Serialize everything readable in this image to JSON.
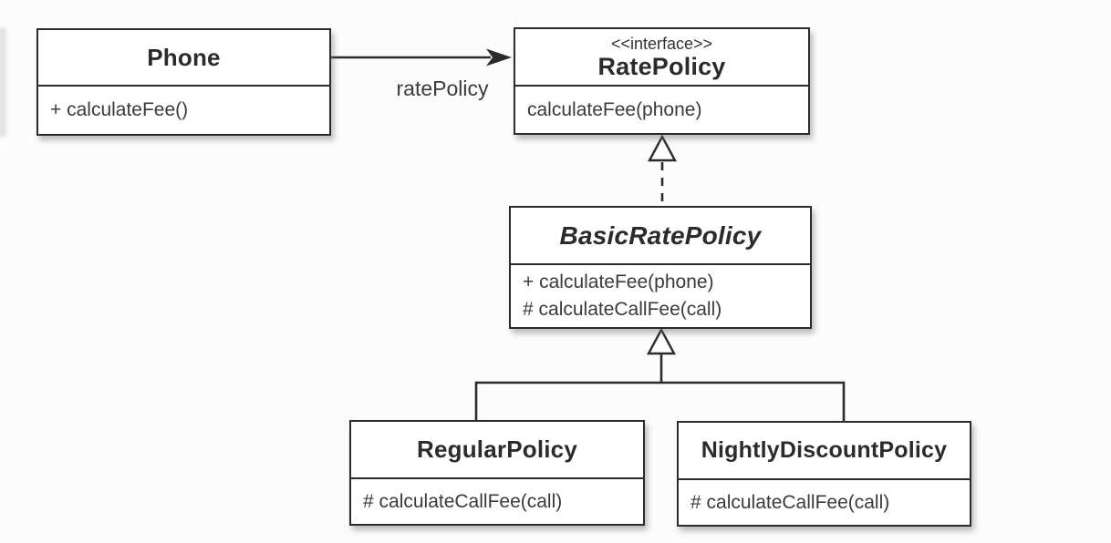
{
  "diagram": {
    "kind": "uml-class-diagram",
    "classes": {
      "phone": {
        "name": "Phone",
        "methods": [
          "+ calculateFee()"
        ]
      },
      "rate_policy": {
        "stereotype": "<<interface>>",
        "name": "RatePolicy",
        "methods": [
          "calculateFee(phone)"
        ]
      },
      "basic_rate_policy": {
        "name": "BasicRatePolicy",
        "abstract": true,
        "methods": [
          "+ calculateFee(phone)",
          "# calculateCallFee(call)"
        ]
      },
      "regular_policy": {
        "name": "RegularPolicy",
        "methods": [
          "# calculateCallFee(call)"
        ]
      },
      "nightly_discount_policy": {
        "name": "NightlyDiscountPolicy",
        "methods": [
          "# calculateCallFee(call)"
        ]
      }
    },
    "relationships": {
      "association": {
        "from": "Phone",
        "to": "RatePolicy",
        "label": "ratePolicy",
        "type": "directed-association"
      },
      "realization": {
        "from": "BasicRatePolicy",
        "to": "RatePolicy",
        "type": "realization"
      },
      "generalization": {
        "children": [
          "RegularPolicy",
          "NightlyDiscountPolicy"
        ],
        "parent": "BasicRatePolicy",
        "type": "generalization"
      }
    },
    "colors": {
      "line": "#2b2b2b",
      "box_background": "#ffffff",
      "text": "#3a3a3a",
      "page_background": "#fcfcfc"
    }
  }
}
